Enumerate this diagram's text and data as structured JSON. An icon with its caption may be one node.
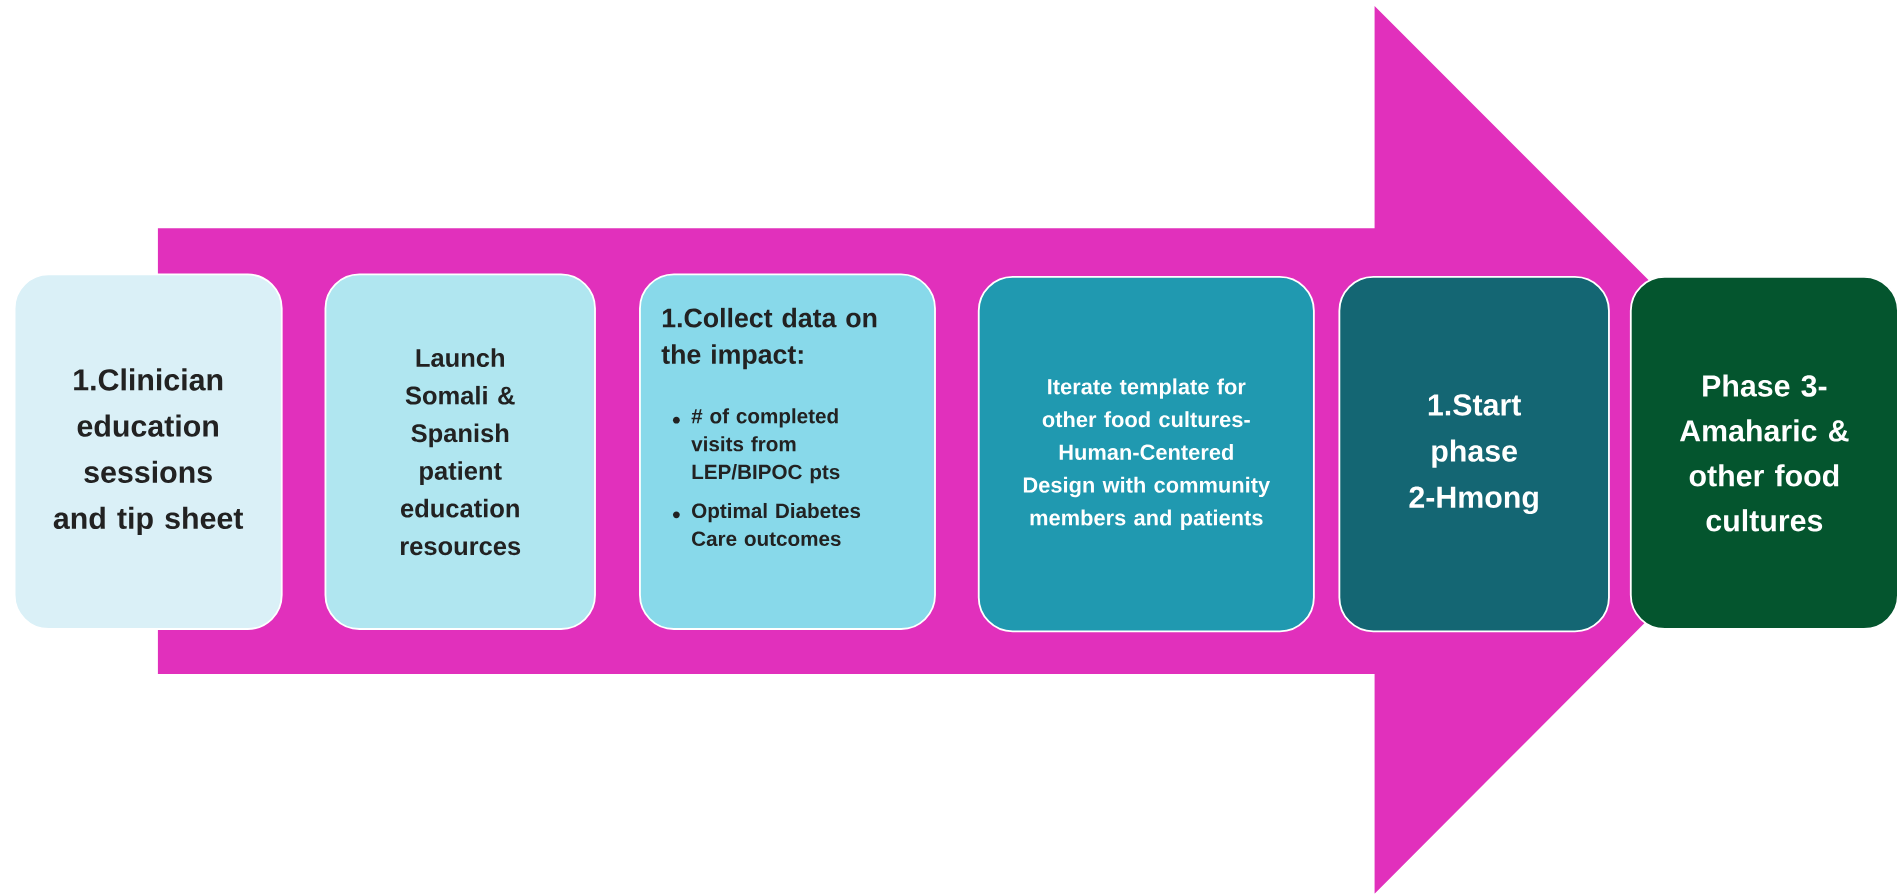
{
  "diagram": {
    "nodes": [
      {
        "text": [
          "1.Clinician education sessions and tip sheet"
        ]
      },
      {
        "text": [
          "Launch Somali & Spanish patient education resources"
        ]
      },
      {
        "text": [
          "1.Collect data on the impact:",
          "# of completed visits from LEP/BIPOC pts",
          "Optimal Diabetes Care outcomes"
        ]
      },
      {
        "text": [
          "Iterate template for other food cultures-Human-Centered Design with community members and patients"
        ]
      },
      {
        "text": [
          "1.Start phase 2-Hmong"
        ]
      },
      {
        "text": [
          "Phase 3-Amaharic & other food cultures"
        ]
      }
    ],
    "edges": [
      {
        "from": 0,
        "to": 5,
        "arrow": "to"
      }
    ]
  }
}
